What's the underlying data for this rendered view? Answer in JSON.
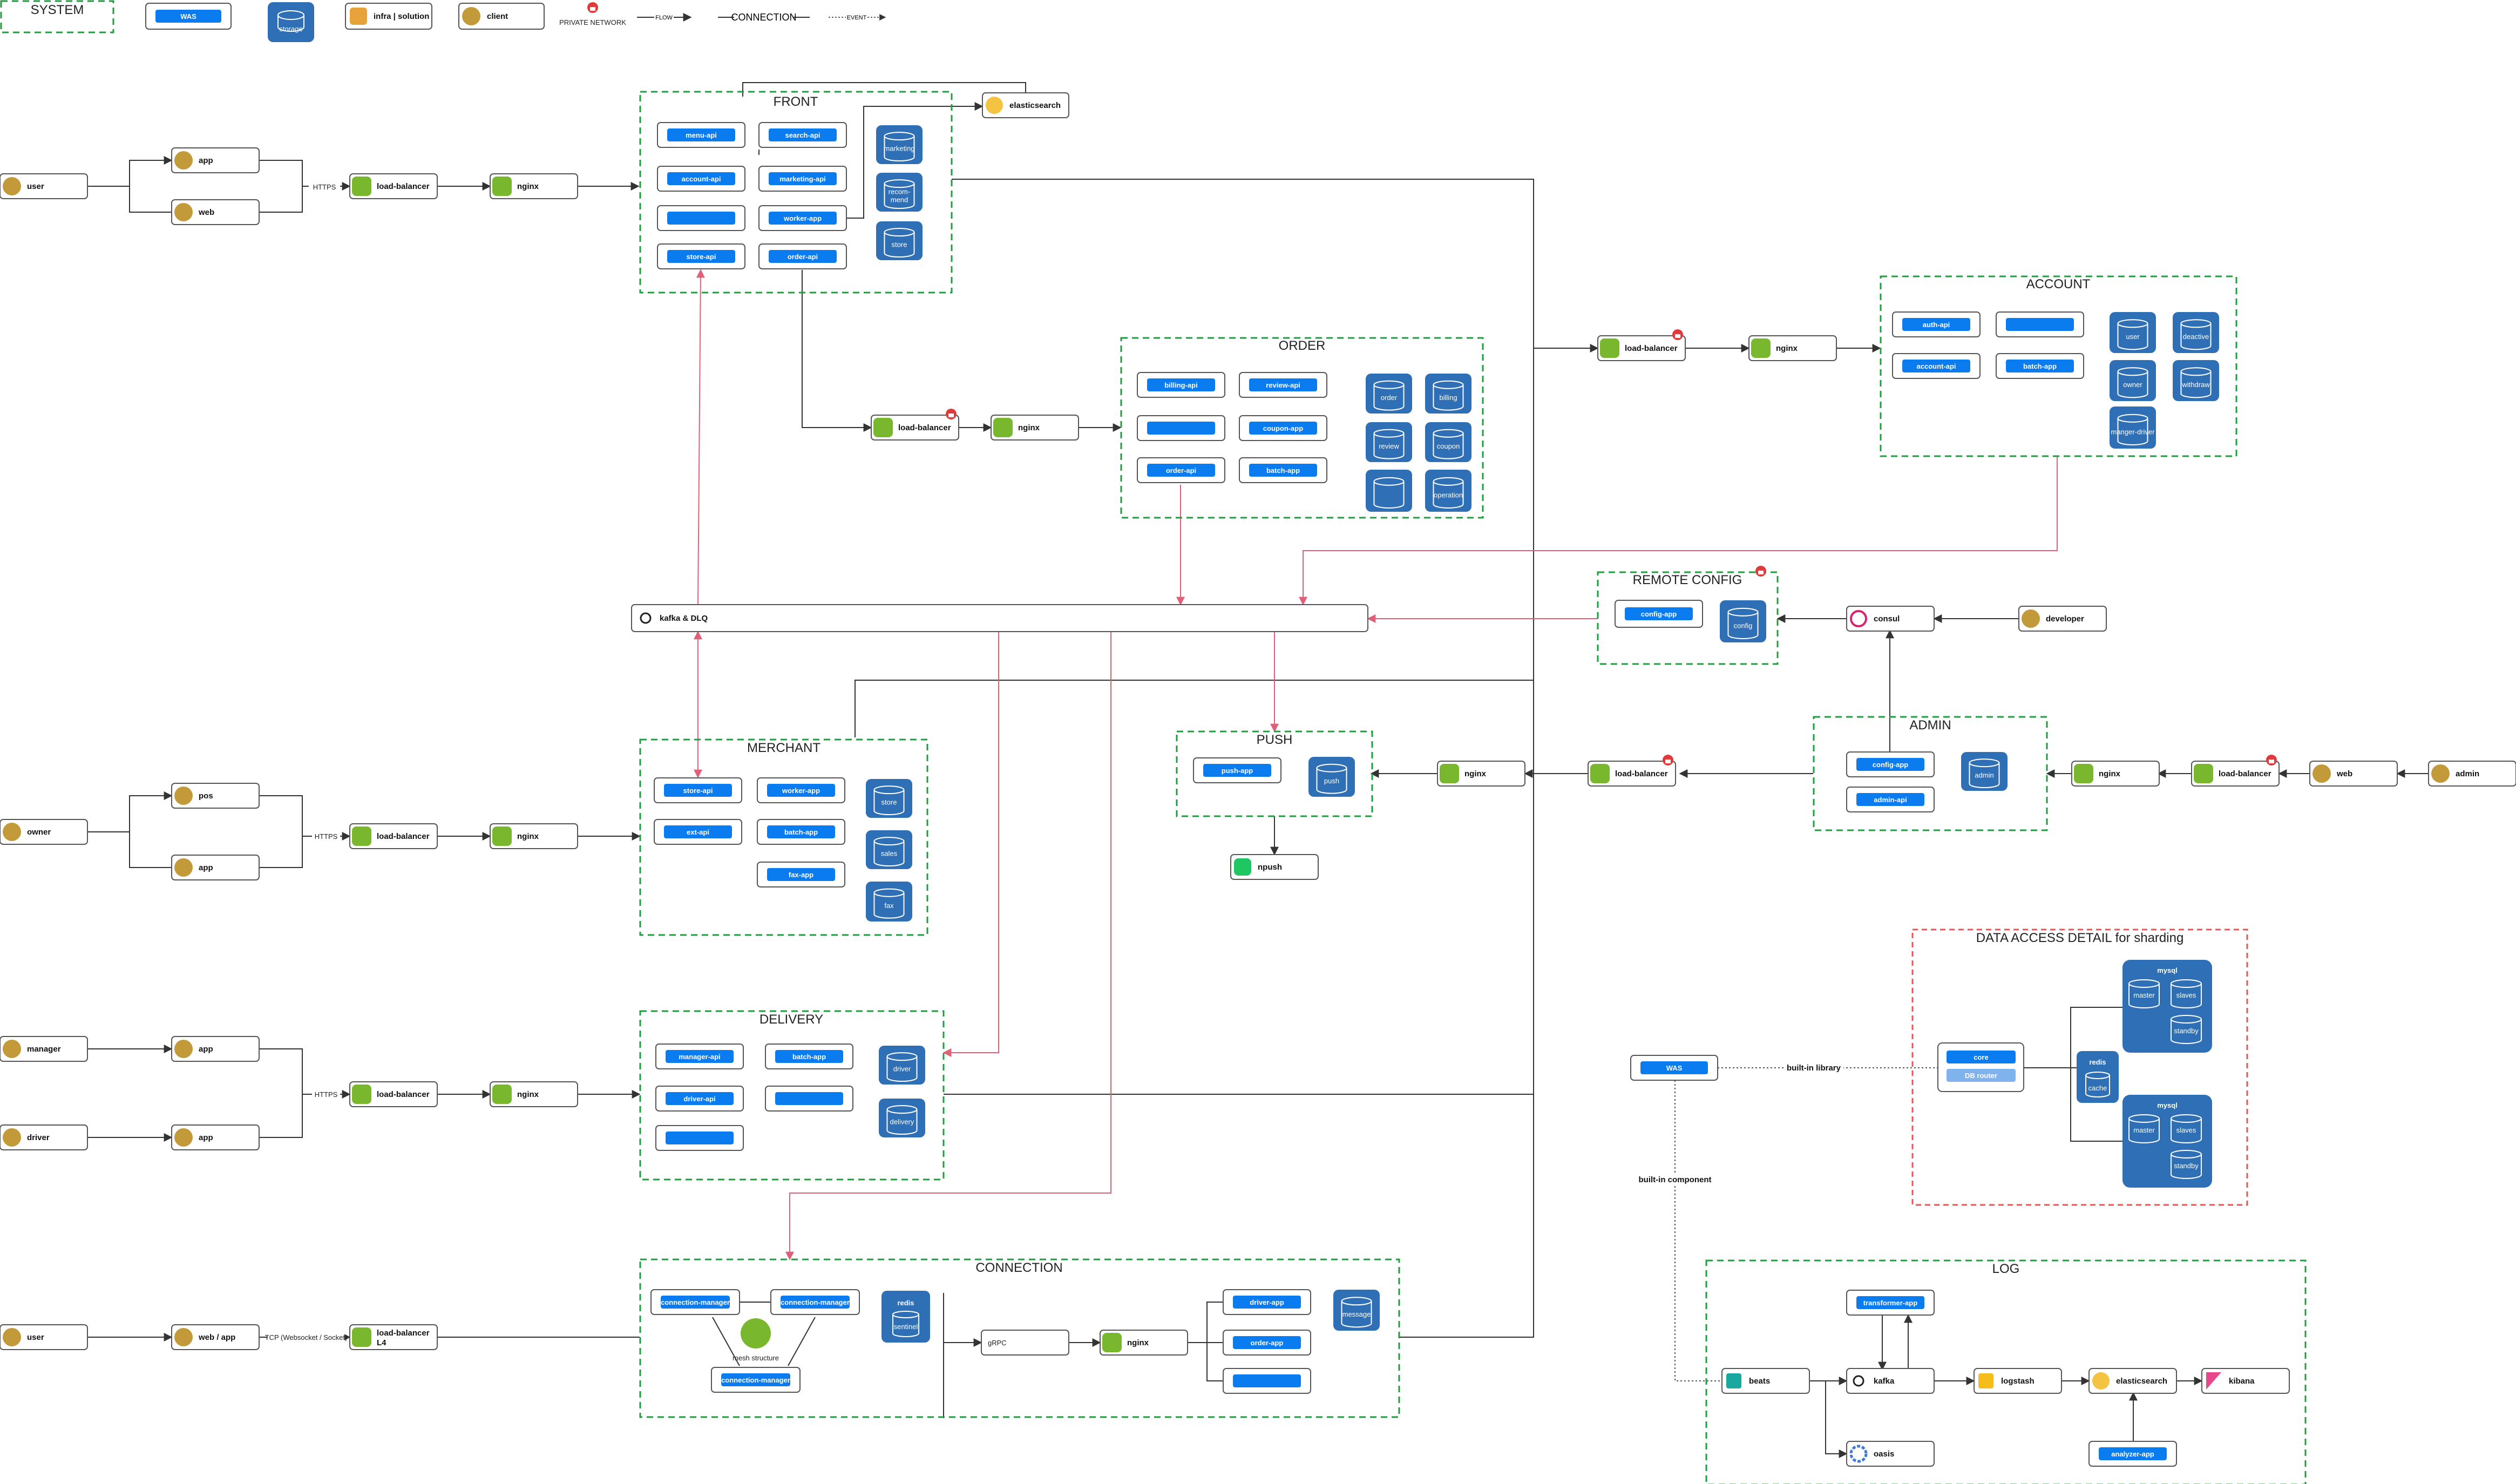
{
  "colors": {
    "system_border": "#1e9e3c",
    "detail_border": "#e45757",
    "was_pill": "#0a7cf0",
    "storage": "#2f6fb5",
    "client_icon": "#c39a3a",
    "infra_icon": "#79b82e",
    "queue_line": "#e0607a"
  },
  "legend": {
    "system": "SYSTEM",
    "was": "WAS",
    "storage": "storage",
    "infra": "infra | solution",
    "client": "client",
    "private_network": "PRIVATE NETWORK",
    "flow": "FLOW",
    "connection": "CONNECTION",
    "event": "EVENT"
  },
  "groups": {
    "front": "FRONT",
    "order": "ORDER",
    "account": "ACCOUNT",
    "remote_config": "REMOTE CONFIG",
    "admin": "ADMIN",
    "merchant": "MERCHANT",
    "push": "PUSH",
    "delivery": "DELIVERY",
    "connection": "CONNECTION",
    "data_access": "DATA ACCESS DETAIL for sharding",
    "log": "LOG"
  },
  "labels": {
    "user": "user",
    "owner": "owner",
    "manager": "manager",
    "driver": "driver",
    "developer": "developer",
    "admin": "admin",
    "app": "app",
    "web": "web",
    "pos": "pos",
    "web_app": "web / app",
    "load_balancer": "load-balancer",
    "load_balancer_l4_1": "load-balancer",
    "load_balancer_l4_2": "L4",
    "nginx": "nginx",
    "elasticsearch": "elasticsearch",
    "kafka_dlq": "kafka & DLQ",
    "consul": "consul",
    "npush": "npush",
    "grpc": "gRPC",
    "beats": "beats",
    "kafka": "kafka",
    "logstash": "logstash",
    "kibana": "kibana",
    "oasis": "oasis",
    "https": "HTTPS",
    "tcp": "TCP (Websocket / Socket)",
    "built_in_library": "built-in library",
    "built_in_component": "built-in component",
    "mesh_structure": "mesh structure",
    "redis": "redis",
    "mysql": "mysql"
  },
  "apis": {
    "menu_api": "menu-api",
    "search_api": "search-api",
    "account_api": "account-api",
    "marketing_api": "marketing-api",
    "worker_app": "worker-app",
    "store_api": "store-api",
    "order_api": "order-api",
    "billing_api": "billing-api",
    "review_api": "review-api",
    "coupon_app": "coupon-app",
    "batch_app": "batch-app",
    "auth_api": "auth-api",
    "config_app": "config-app",
    "admin_api": "admin-api",
    "ext_api": "ext-api",
    "fax_app": "fax-app",
    "push_app": "push-app",
    "manager_api": "manager-api",
    "driver_api": "driver-api",
    "connection_manager": "connection-manager",
    "driver_app": "driver-app",
    "order_app": "order-app",
    "was": "WAS",
    "core": "core",
    "db_router": "DB router",
    "transformer_app": "transformer-app",
    "analyzer_app": "analyzer-app"
  },
  "stores": {
    "marketing": "marketing",
    "recom": "recom-",
    "mend": "mend",
    "store": "store",
    "order": "order",
    "billing": "billing",
    "review": "review",
    "coupon": "coupon",
    "operation": "operation",
    "user": "user",
    "deactive": "deactive",
    "owner": "owner",
    "withdraw": "withdraw",
    "manager_driver": "manger-driver",
    "config": "config",
    "admin": "admin",
    "sales": "sales",
    "fax": "fax",
    "push": "push",
    "driver": "driver",
    "delivery": "delivery",
    "sentinel": "sentinel",
    "message": "message",
    "master": "master",
    "slaves": "slaves",
    "standby": "standby",
    "cache": "cache"
  }
}
